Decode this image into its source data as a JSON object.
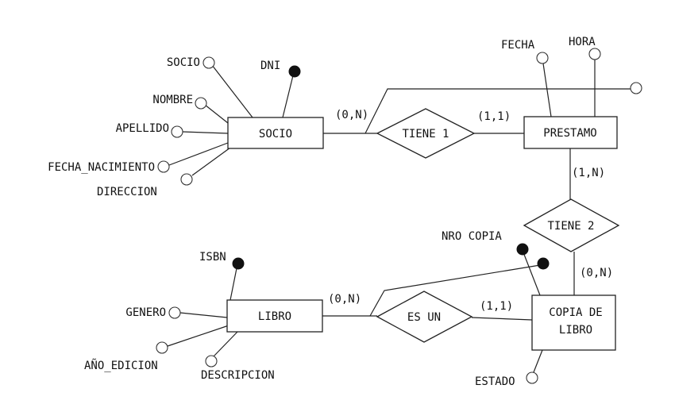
{
  "entities": {
    "socio": "SOCIO",
    "prestamo": "PRESTAMO",
    "libro": "LIBRO",
    "copia_line1": "COPIA DE",
    "copia_line2": "LIBRO"
  },
  "relationships": {
    "tiene1": "TIENE 1",
    "tiene2": "TIENE 2",
    "esun": "ES UN"
  },
  "cardinalities": {
    "socio_tiene1": "(0,N)",
    "prestamo_tiene1": "(1,1)",
    "prestamo_tiene2": "(1,N)",
    "copia_tiene2": "(0,N)",
    "libro_esun": "(0,N)",
    "copia_esun": "(1,1)"
  },
  "attributes": {
    "socio_socio": "SOCIO",
    "socio_dni": "DNI",
    "socio_nombre": "NOMBRE",
    "socio_apellido": "APELLIDO",
    "socio_fecha_nacimiento": "FECHA_NACIMIENTO",
    "socio_direccion": "DIRECCION",
    "prestamo_fecha": "FECHA",
    "prestamo_hora": "HORA",
    "libro_isbn": "ISBN",
    "libro_genero": "GENERO",
    "libro_anio_edicion": "AÑO_EDICION",
    "libro_descripcion": "DESCRIPCION",
    "copia_nro_copia": "NRO COPIA",
    "copia_estado": "ESTADO"
  }
}
